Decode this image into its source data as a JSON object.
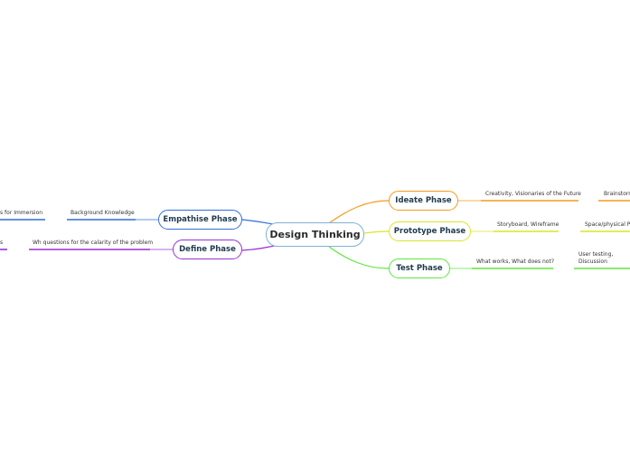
{
  "central": {
    "label": "Design Thinking"
  },
  "colors": {
    "empathise": "#2f6fd6",
    "define": "#9b2fd6",
    "ideate": "#f39a1d",
    "prototype": "#d8e62a",
    "test": "#5ee63a",
    "central_border": "#7fb2d9"
  },
  "branches": {
    "empathise": {
      "label": "Empathise Phase",
      "leaves": [
        "Background Knowledge",
        "s for Immersion"
      ]
    },
    "define": {
      "label": "Define Phase",
      "leaves": [
        "Wh questions for the calarity of the problem",
        "s"
      ]
    },
    "ideate": {
      "label": "Ideate Phase",
      "leaves": [
        "Creativity, Visionaries of the Future",
        "Brainstorn"
      ]
    },
    "prototype": {
      "label": "Prototype Phase",
      "leaves": [
        "Storyboard, Wireframe",
        "Space/physical Pr"
      ]
    },
    "test": {
      "label": "Test Phase",
      "leaves": [
        "What works, What does not?",
        "User testing,",
        "Discussion"
      ]
    }
  }
}
